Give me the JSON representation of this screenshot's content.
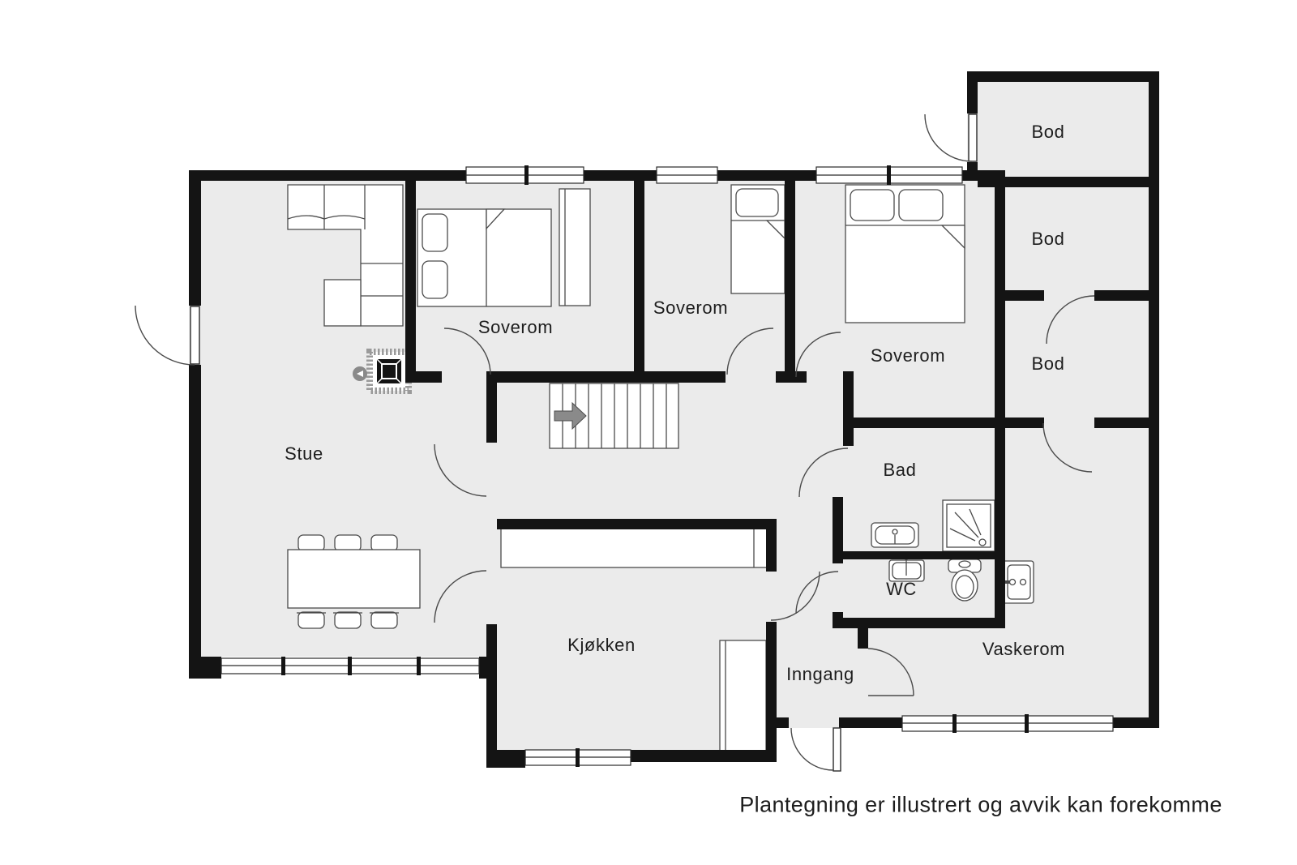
{
  "caption": "Plantegning er illustrert og avvik kan forekomme",
  "rooms": {
    "stue": {
      "label": "Stue"
    },
    "kjokken": {
      "label": "Kjøkken"
    },
    "inngang": {
      "label": "Inngang"
    },
    "soverom_1": {
      "label": "Soverom"
    },
    "soverom_2": {
      "label": "Soverom"
    },
    "soverom_3": {
      "label": "Soverom"
    },
    "bad": {
      "label": "Bad"
    },
    "wc": {
      "label": "WC"
    },
    "vaskerom": {
      "label": "Vaskerom"
    },
    "bod_1": {
      "label": "Bod"
    },
    "bod_2": {
      "label": "Bod"
    },
    "bod_3": {
      "label": "Bod"
    }
  },
  "colors": {
    "wall": "#141414",
    "floor": "#ebebeb",
    "furniture_line": "#4a4a4a",
    "door_line": "#4a4a4a",
    "stairs_arrow": "#8a8a8a",
    "background": "#ffffff"
  }
}
